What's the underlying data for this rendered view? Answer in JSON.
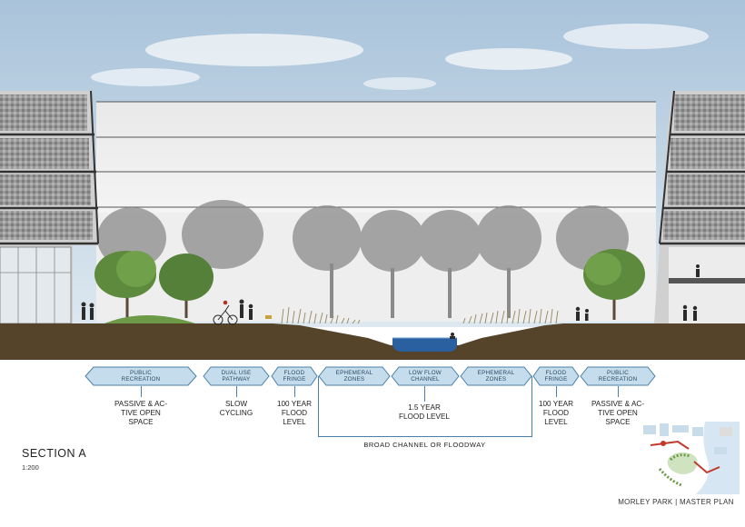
{
  "section": {
    "title": "SECTION A",
    "scale": "1:200"
  },
  "zones": [
    {
      "id": "public-recreation-left",
      "label": "PUBLIC\nRECREATION",
      "description": "PASSIVE & AC-\nTIVE OPEN\nSPACE"
    },
    {
      "id": "dual-use-pathway",
      "label": "DUAL USE\nPATHWAY",
      "description": "SLOW\nCYCLING"
    },
    {
      "id": "flood-fringe-left",
      "label": "FLOOD\nFRINGE",
      "description": "100 YEAR\nFLOOD\nLEVEL"
    },
    {
      "id": "ephemeral-zones-left",
      "label": "EPHEMERAL\nZONES",
      "description": ""
    },
    {
      "id": "low-flow-channel",
      "label": "LOW FLOW\nCHANNEL",
      "description": "1.5 YEAR\nFLOOD LEVEL"
    },
    {
      "id": "ephemeral-zones-right",
      "label": "EPHEMERAL\nZONES",
      "description": ""
    },
    {
      "id": "flood-fringe-right",
      "label": "FLOOD\nFRINGE",
      "description": "100 YEAR\nFLOOD\nLEVEL"
    },
    {
      "id": "public-recreation-right",
      "label": "PUBLIC\nRECREATION",
      "description": "PASSIVE & AC-\nTIVE OPEN\nSPACE"
    }
  ],
  "channel_label": "BROAD CHANNEL OR FLOODWAY",
  "footer": "MORLEY PARK | MASTER PLAN",
  "colors": {
    "zone_fill": "#c5dcec",
    "zone_stroke": "#4a7fa8",
    "soil": "#55432a",
    "water": "#2a5fa0",
    "sky": "#bcd2e4"
  }
}
